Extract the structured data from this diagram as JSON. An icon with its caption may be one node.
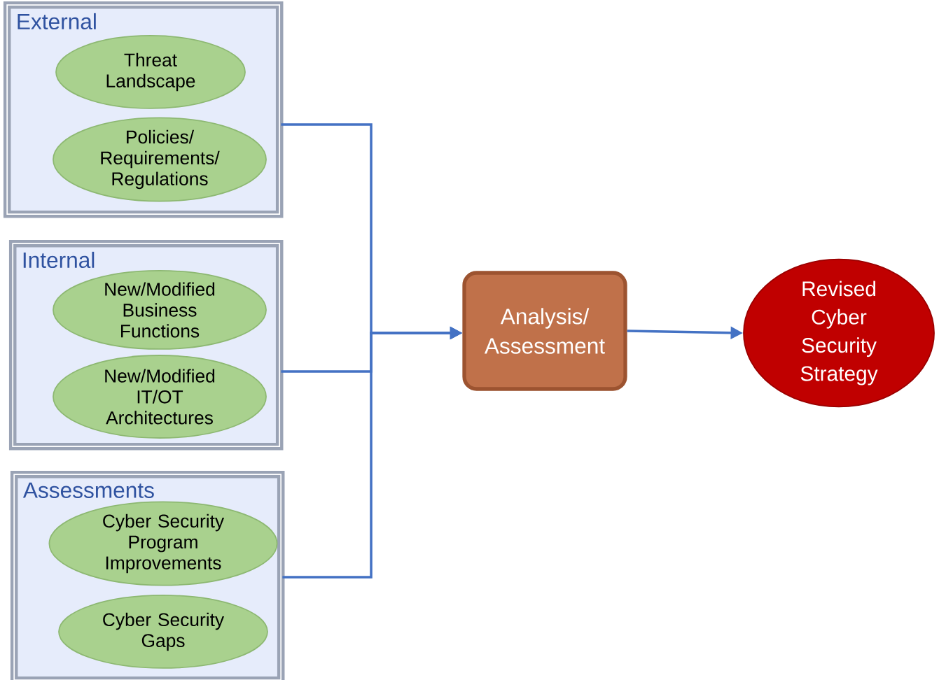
{
  "diagram": {
    "nodes": [
      {
        "text": [
          "External"
        ]
      },
      {
        "text": [
          "Threat Landscape"
        ],
        "in": 0
      },
      {
        "text": [
          "Policies/ Requirements/ Regulations"
        ],
        "in": 0
      },
      {
        "text": [
          "Internal"
        ]
      },
      {
        "text": [
          "New/Modified Business Functions"
        ],
        "in": 3
      },
      {
        "text": [
          "New/Modified IT/OT Architectures"
        ],
        "in": 3
      },
      {
        "text": [
          "Assessments"
        ]
      },
      {
        "text": [
          "Cyber Security Program Improvements"
        ],
        "in": 6
      },
      {
        "text": [
          "Cyber Security Gaps"
        ],
        "in": 6
      },
      {
        "text": [
          "Analysis/ Assessment"
        ]
      },
      {
        "text": [
          "Revised Cyber Security Strategy"
        ]
      }
    ],
    "edges": [
      {
        "from": 0,
        "to": 9,
        "arrow": "to"
      },
      {
        "from": 3,
        "to": 9,
        "arrow": "to"
      },
      {
        "from": 6,
        "to": 9,
        "arrow": "to"
      },
      {
        "from": 9,
        "to": 10,
        "arrow": "to"
      }
    ]
  }
}
